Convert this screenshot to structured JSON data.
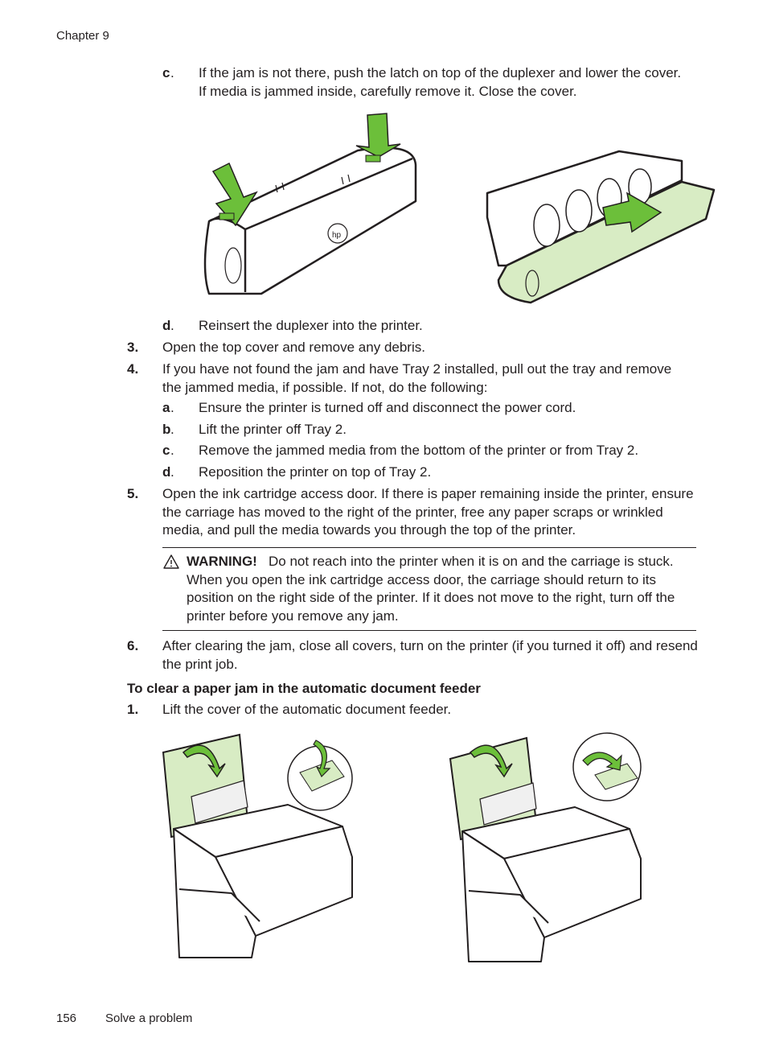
{
  "header": {
    "chapter": "Chapter 9"
  },
  "step2": {
    "c": {
      "marker": "c",
      "text": "If the jam is not there, push the latch on top of the duplexer and lower the cover. If media is jammed inside, carefully remove it. Close the cover."
    },
    "d": {
      "marker": "d",
      "text": "Reinsert the duplexer into the printer."
    }
  },
  "steps": {
    "s3": {
      "num": "3.",
      "text": "Open the top cover and remove any debris."
    },
    "s4": {
      "num": "4.",
      "text": "If you have not found the jam and have Tray 2 installed, pull out the tray and remove the jammed media, if possible. If not, do the following:",
      "a": {
        "marker": "a",
        "text": "Ensure the printer is turned off and disconnect the power cord."
      },
      "b": {
        "marker": "b",
        "text": "Lift the printer off Tray 2."
      },
      "c": {
        "marker": "c",
        "text": "Remove the jammed media from the bottom of the printer or from Tray 2."
      },
      "d": {
        "marker": "d",
        "text": "Reposition the printer on top of Tray 2."
      }
    },
    "s5": {
      "num": "5.",
      "text": "Open the ink cartridge access door. If there is paper remaining inside the printer, ensure the carriage has moved to the right of the printer, free any paper scraps or wrinkled media, and pull the media towards you through the top of the printer."
    },
    "s6": {
      "num": "6.",
      "text": "After clearing the jam, close all covers, turn on the printer (if you turned it off) and resend the print job."
    }
  },
  "warning": {
    "label": "WARNING!",
    "text": "Do not reach into the printer when it is on and the carriage is stuck. When you open the ink cartridge access door, the carriage should return to its position on the right side of the printer. If it does not move to the right, turn off the printer before you remove any jam."
  },
  "adf": {
    "heading": "To clear a paper jam in the automatic document feeder",
    "step1": {
      "num": "1.",
      "text": "Lift the cover of the automatic document feeder."
    }
  },
  "footer": {
    "page": "156",
    "section": "Solve a problem"
  },
  "colors": {
    "arrow_green": "#6cbf3a",
    "light_green": "#d8ecc4",
    "outline": "#231f20"
  },
  "icons": {
    "warning": "warning-triangle-icon",
    "hp_logo": "hp-logo-icon"
  }
}
